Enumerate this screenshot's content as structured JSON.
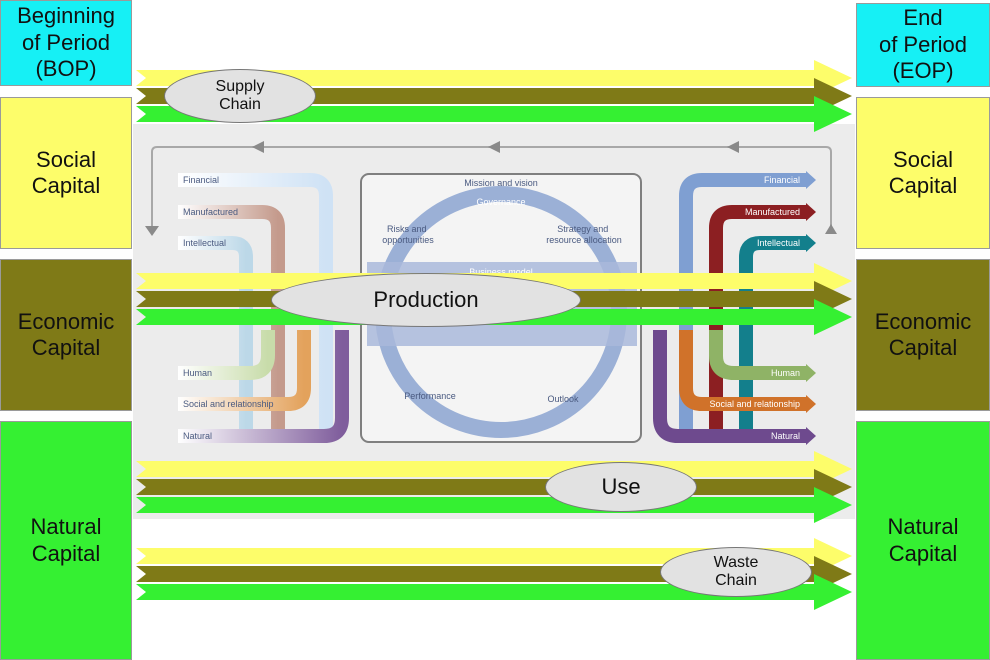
{
  "left": {
    "header": "Beginning\nof Period\n(BOP)",
    "social": "Social\nCapital",
    "economic": "Economic\nCapital",
    "natural": "Natural\nCapital"
  },
  "right": {
    "header": "End\nof Period\n(EOP)",
    "social": "Social\nCapital",
    "economic": "Economic\nCapital",
    "natural": "Natural\nCapital"
  },
  "flows": {
    "supply": "Supply\nChain",
    "production": "Production",
    "use": "Use",
    "waste": "Waste\nChain"
  },
  "ir_model": {
    "inputs": [
      "Financial",
      "Manufactured",
      "Intellectual",
      "Human",
      "Social and relationship",
      "Natural"
    ],
    "outputs": [
      "Financial",
      "Manufactured",
      "Intellectual",
      "Human",
      "Social and relationship",
      "Natural"
    ],
    "center": {
      "mission": "Mission and vision",
      "governance": "Governance",
      "risks": "Risks and\nopportunities",
      "strategy": "Strategy and\nresource allocation",
      "business_model": "Business model",
      "performance": "Performance",
      "outlook": "Outlook"
    }
  },
  "colors": {
    "cyan": "#16f0f5",
    "yellow": "#fdfd6a",
    "olive": "#7f7a17",
    "green": "#35f032"
  }
}
